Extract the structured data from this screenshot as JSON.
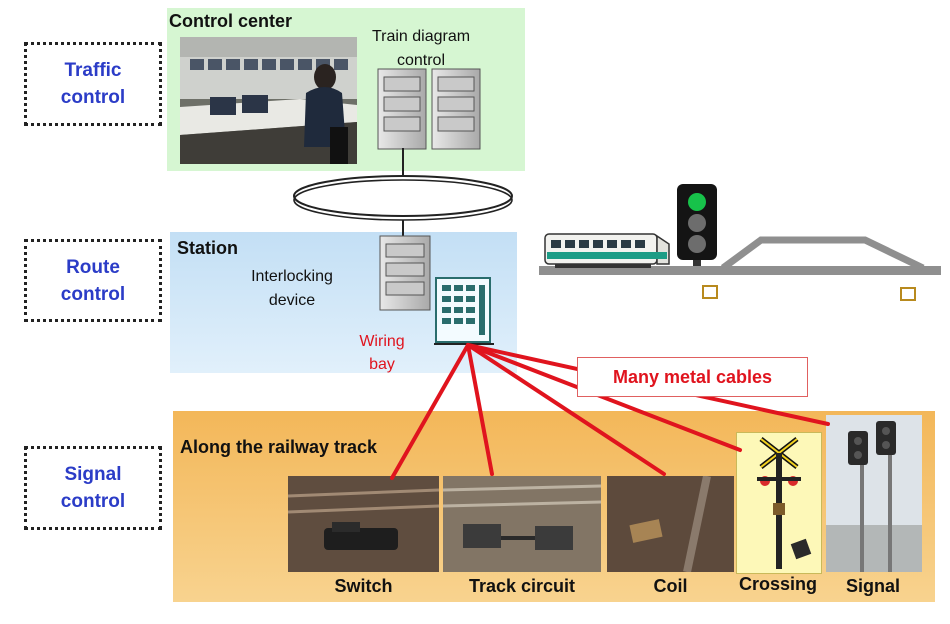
{
  "levels": {
    "traffic": "Traffic\ncontrol",
    "route": "Route\ncontrol",
    "signal": "Signal\ncontrol"
  },
  "control_center": {
    "title": "Control center",
    "device": "Train diagram\ncontrol"
  },
  "station": {
    "title": "Station",
    "device": "Interlocking\ndevice",
    "wiring": "Wiring\nbay"
  },
  "track_area": {
    "title": "Along the railway track"
  },
  "callout": "Many metal cables",
  "equipment": [
    {
      "label": "Switch"
    },
    {
      "label": "Track circuit"
    },
    {
      "label": "Coil"
    },
    {
      "label": "Crossing"
    },
    {
      "label": "Signal"
    }
  ],
  "colors": {
    "level_text": "#2b3cc7",
    "cable": "#e0141e",
    "control_zone": "#d6f6d2",
    "station_zone": "#cce6f8",
    "track_zone": "#f5bf65",
    "signal_green": "#17c24a"
  }
}
